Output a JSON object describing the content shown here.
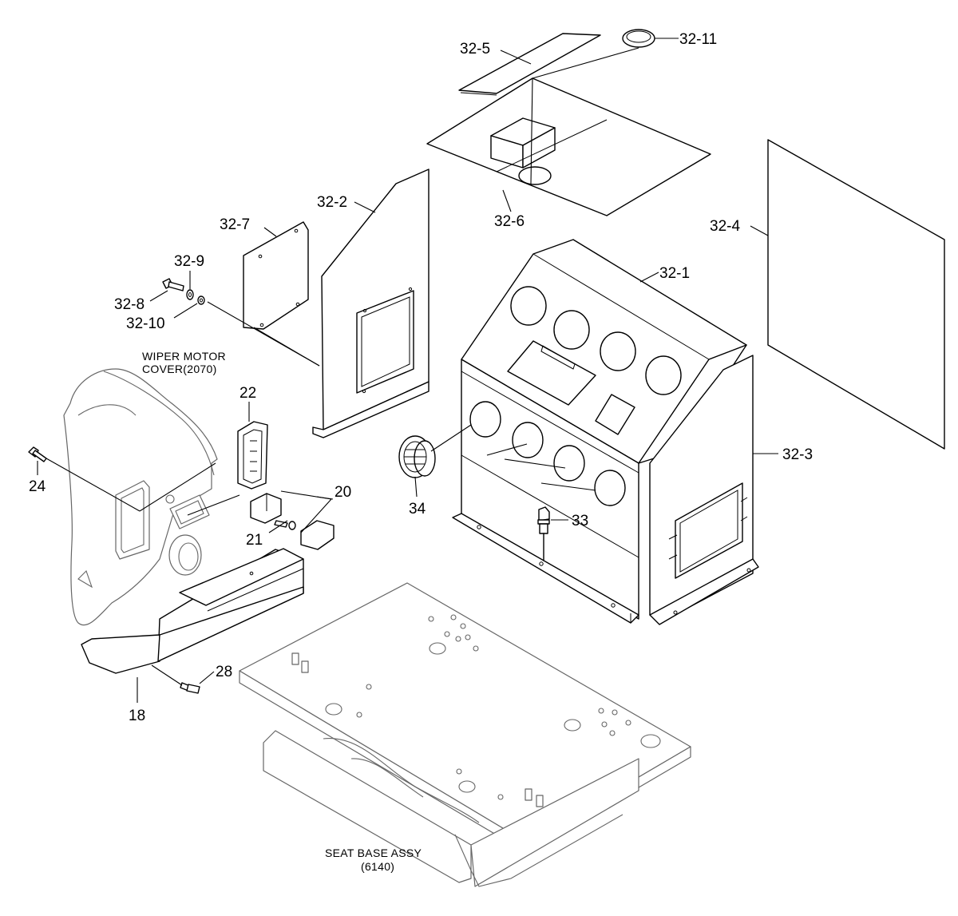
{
  "callouts": {
    "p32_5": "32-5",
    "p32_11": "32-11",
    "p32_6": "32-6",
    "p32_2": "32-2",
    "p32_7": "32-7",
    "p32_9": "32-9",
    "p32_8": "32-8",
    "p32_10": "32-10",
    "p32_4": "32-4",
    "p32_1": "32-1",
    "p32_3": "32-3",
    "p22": "22",
    "p24": "24",
    "p20": "20",
    "p21": "21",
    "p34": "34",
    "p33": "33",
    "p28": "28",
    "p18": "18"
  },
  "notes": {
    "wiper_line1": "WIPER MOTOR",
    "wiper_line2": "COVER(2070)",
    "seat_line1": "SEAT BASE ASSY",
    "seat_line2": "(6140)"
  }
}
